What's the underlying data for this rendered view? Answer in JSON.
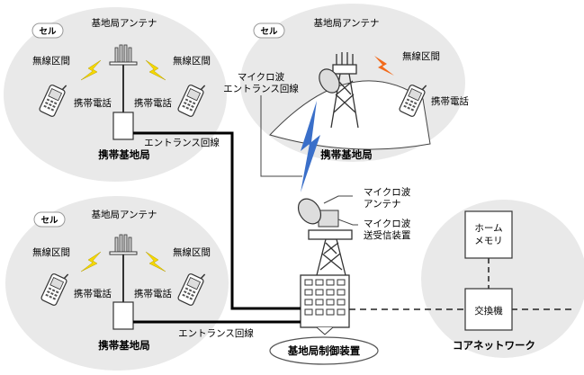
{
  "cells": [
    {
      "badge": "セル",
      "antenna_label": "基地局アンテナ",
      "wireless_left": "無線区間",
      "wireless_right": "無線区間",
      "phone_left": "携帯電話",
      "phone_right": "携帯電話",
      "station_label": "携帯基地局"
    },
    {
      "badge": "セル",
      "antenna_label": "基地局アンテナ",
      "wireless_left": "無線区間",
      "wireless_right": "無線区間",
      "phone_left": "携帯電話",
      "phone_right": "携帯電話",
      "station_label": "携帯基地局"
    },
    {
      "badge": "セル",
      "antenna_label": "基地局アンテナ",
      "wireless": "無線区間",
      "phone": "携帯電話",
      "station_label": "携帯基地局"
    }
  ],
  "links": {
    "entrance_top": "エントランス回線",
    "entrance_bottom": "エントランス回線",
    "microwave_entrance": [
      "マイクロ波",
      "エントランス回線"
    ],
    "microwave_antenna": [
      "マイクロ波",
      "アンテナ"
    ],
    "microwave_transceiver": [
      "マイクロ波",
      "送受信装置"
    ]
  },
  "controller": {
    "label": "基地局制御装置"
  },
  "core": {
    "label": "コアネットワーク",
    "home_memory": [
      "ホーム",
      "メモリ"
    ],
    "exchange": "交換機"
  },
  "colors": {
    "cloud": "#e9e9e9",
    "bolt_yellow": "#f5d800",
    "bolt_orange": "#f26a1b",
    "bolt_blue": "#3a6fc9"
  }
}
